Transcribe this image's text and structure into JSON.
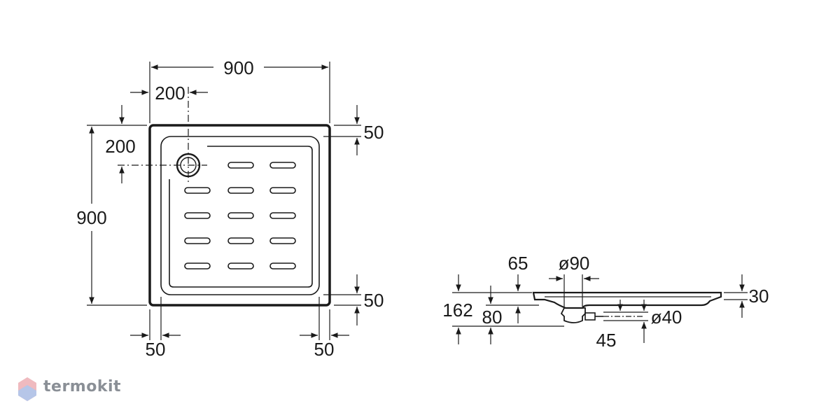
{
  "plan_view": {
    "width_top": "900",
    "drain_offset_x": "200",
    "drain_offset_y": "200",
    "height_left": "900",
    "rim_top_right": "50",
    "rim_bottom_right": "50",
    "rim_bottom_left": "50",
    "rim_bottom_right_x": "50"
  },
  "section_view": {
    "dim_65": "65",
    "dim_d90": "ø90",
    "dim_162": "162",
    "dim_80": "80",
    "dim_d40": "ø40",
    "dim_45": "45",
    "dim_30": "30"
  },
  "watermark": {
    "brand": "termokit",
    "logo_icon": "hexagon-logo-icon"
  }
}
